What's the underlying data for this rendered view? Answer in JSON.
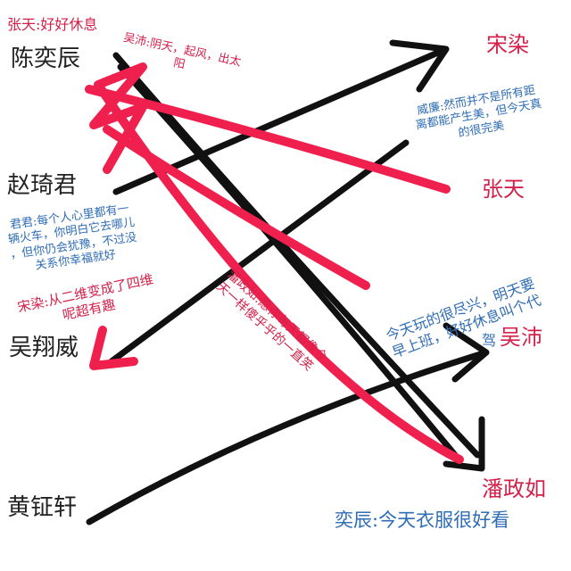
{
  "left_names": [
    "陈奕辰",
    "赵琦君",
    "吴翔威",
    "黄钲轩"
  ],
  "right_names": [
    "宋染",
    "张天",
    "吴沛",
    "潘政如"
  ],
  "notes": {
    "zhangtian": "张天:好好休息",
    "wupei": [
      "吴沛:阴天，起风，出太",
      "阳"
    ],
    "weilian": [
      "威廉:然而并不是所有距",
      "离都能产生美，但今天真",
      "的很完美"
    ],
    "junjun": [
      "君君:每个人心里都有一",
      "辆火车，你明白它去哪儿",
      "，但你仍会犹豫，不过没",
      "关系你幸福就好"
    ],
    "songran": [
      "宋染:从二维变成了四维",
      "呢超有趣"
    ],
    "panzhengru": [
      "潘政如:愿你每天都像今",
      "天一样傻乎乎的一直笑"
    ],
    "daijia": [
      "今天玩的很尽兴，明天要",
      "早上班，好好休息叫个代",
      "驾"
    ],
    "yichen": "奕辰:今天衣服很好看"
  },
  "colors": {
    "black": "#111111",
    "red": "#f0204e",
    "blue": "#2f6db5"
  }
}
